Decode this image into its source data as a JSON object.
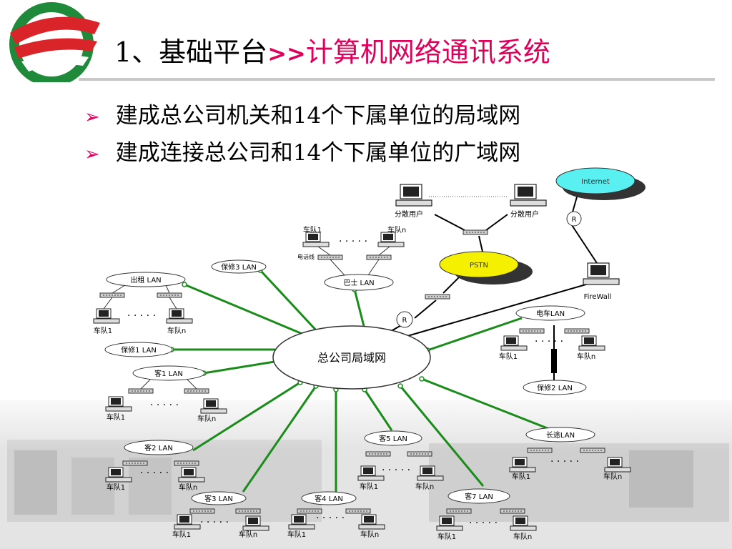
{
  "title": {
    "prefix": "1、基础平台",
    "arrow": ">>",
    "highlight": "计算机网络通讯系统"
  },
  "bullets": [
    "建成总公司机关和14个下属单位的局域网",
    "建成连接总公司和14个下属单位的广域网"
  ],
  "colors": {
    "accent": "#e0005a",
    "link_green": "#1a8c1a",
    "logo_green": "#1f8a3a",
    "logo_red": "#d9252a",
    "internet_cyan": "#58f0f0",
    "pstn_yellow": "#f5f000"
  },
  "diagram": {
    "center": "总公司局域网",
    "internet": "Internet",
    "pstn": "PSTN",
    "firewall": "FireWall",
    "router": "R",
    "phone_line": "电话线",
    "dispersed_user": "分散用户",
    "dots": "· · · · ·",
    "lans": {
      "chuzu": "出租 LAN",
      "baoxiu3": "保修3 LAN",
      "bashi": "巴士 LAN",
      "baoxiu1": "保修1 LAN",
      "ke1": "客1 LAN",
      "ke2": "客2 LAN",
      "ke3": "客3 LAN",
      "ke4": "客4 LAN",
      "ke5": "客5 LAN",
      "ke7": "客7 LAN",
      "changtu": "长途LAN",
      "dianche": "电车LAN",
      "baoxiu2": "保修2 LAN"
    },
    "team1": "车队1",
    "teamn": "车队n"
  }
}
